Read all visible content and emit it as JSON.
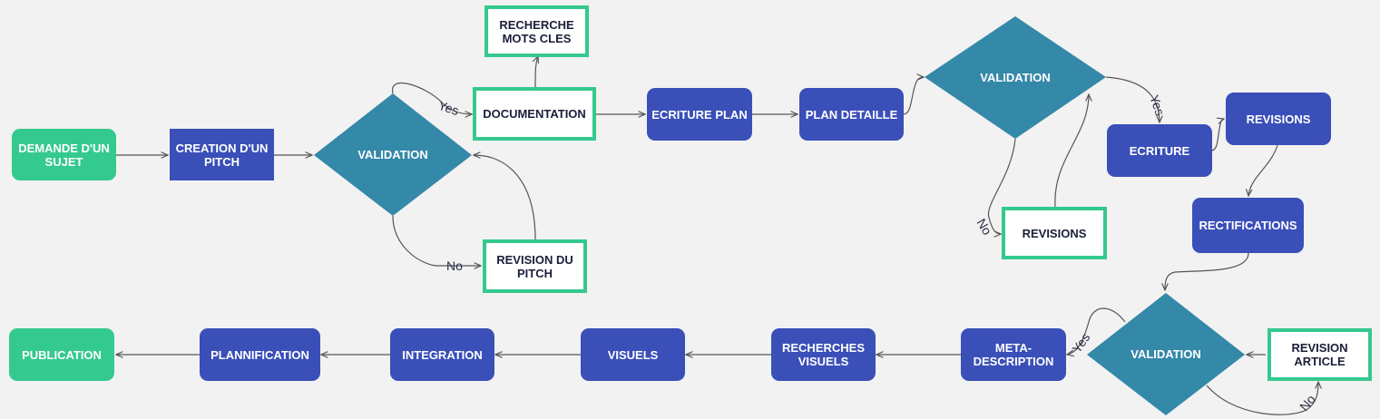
{
  "nodes": {
    "demande": "DEMANDE D'UN SUJET",
    "creation": "CREATION D'UN PITCH",
    "validation1": "VALIDATION",
    "revision_pitch": "REVISION DU PITCH",
    "documentation": "DOCUMENTATION",
    "recherche_mots": "RECHERCHE MOTS CLES",
    "ecriture_plan": "ECRITURE PLAN",
    "plan_detaille": "PLAN DETAILLE",
    "validation2": "VALIDATION",
    "revisions1": "REVISIONS",
    "ecriture": "ECRITURE",
    "revisions2": "REVISIONS",
    "rectifications": "RECTIFICATIONS",
    "validation3": "VALIDATION",
    "revision_article": "REVISION ARTICLE",
    "meta": "META-DESCRIPTION",
    "recherches_visuels": "RECHERCHES VISUELS",
    "visuels": "VISUELS",
    "integration": "INTEGRATION",
    "plannification": "PLANNIFICATION",
    "publication": "PUBLICATION"
  },
  "edge_labels": {
    "yes1": "Yes",
    "no1": "No",
    "no2": "No",
    "yes2": "Yes",
    "yes3": "Yes",
    "no3": "No"
  },
  "colors": {
    "green": "#34c98e",
    "blue": "#3a4fb8",
    "teal": "#3488a8",
    "background": "#f2f2f2",
    "line": "#555555"
  }
}
